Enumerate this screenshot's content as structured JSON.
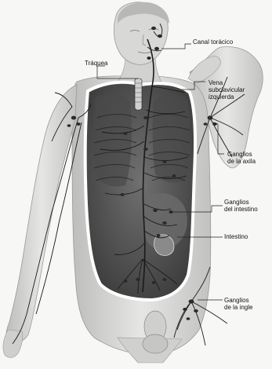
{
  "labels": {
    "trachea": "Tráquea",
    "thoracic_duct": "Canal torácico",
    "subclavian_vein": [
      "Vena",
      "subclavicular",
      "izquierda"
    ],
    "axillary_nodes": [
      "Ganglios",
      "de la axila"
    ],
    "intestinal_nodes": [
      "Ganglios",
      "del intestino"
    ],
    "intestine": "Intestino",
    "inguinal_nodes": [
      "Ganglios",
      "de la ingle"
    ]
  },
  "colors": {
    "background": "#f7f7f5",
    "skin": "#dcdcda",
    "skin_shadow": "#a9a9a7",
    "cavity": "#5c5c5c",
    "cavity_dark": "#3a3a3a",
    "vessel": "#1a1a1a",
    "node": "#2a2a2a",
    "label_text": "#111111",
    "leader_line": "#222222"
  }
}
